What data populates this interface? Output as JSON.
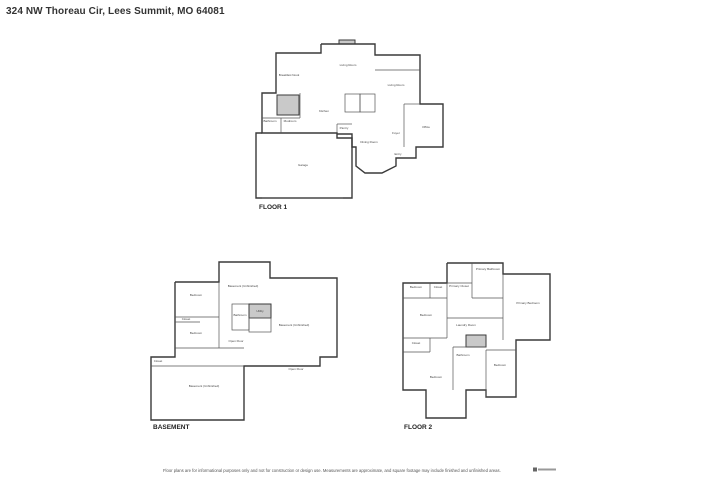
{
  "title": "324 NW Thoreau Cir, Lees Summit, MO 64081",
  "floors": {
    "floor1": {
      "label": "FLOOR 1",
      "rooms": {
        "living_room": "Living Room",
        "breakfast_nook": "Breakfast Nook",
        "living_room2": "Living Room",
        "kitchen": "Kitchen",
        "bathroom": "Bathroom",
        "mudroom": "Mudroom",
        "pantry": "Pantry",
        "foyer": "Foyer",
        "office": "Office",
        "dining_room": "Dining Room",
        "garage": "Garage",
        "entry": "Entry"
      }
    },
    "basement": {
      "label": "BASEMENT",
      "rooms": {
        "basement_unfinished_top": "Basement (Unfinished)",
        "bedroom1": "Bedroom",
        "closet": "Closet",
        "bedroom2": "Bedroom",
        "bathroom": "Bathroom",
        "utility": "Utility",
        "basement_unfinished_mid": "Basement (Unfinished)",
        "open_floor": "Open Floor",
        "basement_unfinished_bottom": "Basement (Unfinished)",
        "closet2": "Closet"
      }
    },
    "floor2": {
      "label": "FLOOR 2",
      "rooms": {
        "primary_bathroom": "Primary Bathroom",
        "bedroom_a": "Bedroom",
        "closet_a": "Closet",
        "primary_closet": "Primary Closet",
        "primary_bedroom": "Primary Bedroom",
        "bedroom_b": "Bedroom",
        "laundry_room": "Laundry Room",
        "closet_b": "Closet",
        "bathroom": "Bathroom",
        "bedroom_c": "Bedroom",
        "bedroom_d": "Bedroom"
      }
    }
  },
  "disclaimer": "Floor plans are for informational purposes only and not for construction or design use. Measurements are approximate, and square footage may include finished and unfinished areas."
}
